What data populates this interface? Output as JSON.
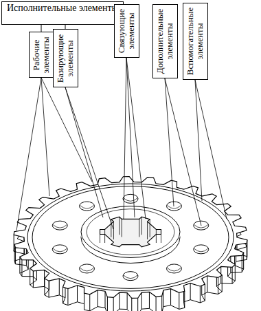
{
  "diagram": {
    "nodes": [
      {
        "text": [
          "Исполнительные элементы"
        ]
      },
      {
        "text": [
          "Рабочие элементы"
        ]
      },
      {
        "text": [
          "Базирующие элементы"
        ]
      },
      {
        "text": [
          "Связующие элементы"
        ]
      },
      {
        "text": [
          "Дополнительные элементы"
        ]
      },
      {
        "text": [
          "Вспомогательные элементы"
        ]
      }
    ],
    "edges": [
      {
        "from": 0,
        "to": 1,
        "arrow": "none"
      },
      {
        "from": 0,
        "to": 2,
        "arrow": "none"
      }
    ]
  }
}
